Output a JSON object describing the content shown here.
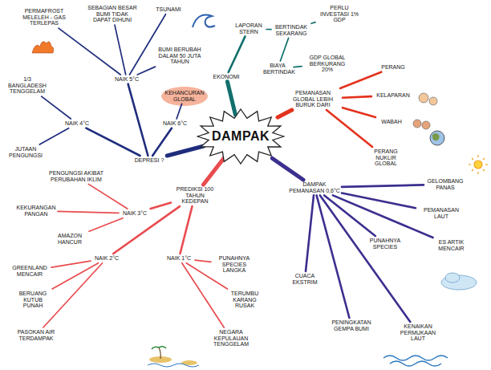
{
  "diagram": {
    "nodes": [
      {
        "text": [
          "DAMPAK"
        ]
      },
      {
        "text": [
          "DEPRESI ?"
        ]
      },
      {
        "text": [
          "NAIK 4°C"
        ]
      },
      {
        "text": [
          "1/3 BANGLADESH TENGGELAM"
        ]
      },
      {
        "text": [
          "JUTAAN PENGUNGSI"
        ]
      },
      {
        "text": [
          "NAIK 5°C"
        ]
      },
      {
        "text": [
          "PERMAFROST MELELEH - GAS TERLEPAS"
        ]
      },
      {
        "text": [
          "SEBAGIAN BESAR BUMI TIDAK DAPAT DIHUNI"
        ]
      },
      {
        "text": [
          "TSUNAMI"
        ]
      },
      {
        "text": [
          "BUMI BERUBAH DALAM 50 JUTA TAHUN"
        ]
      },
      {
        "text": [
          "NAIK 6°C"
        ]
      },
      {
        "text": [
          "KEHANCURAN GLOBAL"
        ]
      },
      {
        "text": [
          "EKONOMI"
        ]
      },
      {
        "text": [
          "LAPORAN STERN"
        ]
      },
      {
        "text": [
          "BERTINDAK SEKARANG"
        ]
      },
      {
        "text": [
          "PERLU INVESTASI 1% GDP"
        ]
      },
      {
        "text": [
          "BIAYA BERTINDAK"
        ]
      },
      {
        "text": [
          "GDP GLOBAL BERKURANG 20%"
        ]
      },
      {
        "text": [
          "PEMANASAN GLOBAL LEBIH BURUK DARI"
        ]
      },
      {
        "text": [
          "PERANG"
        ]
      },
      {
        "text": [
          "KELAPARAN"
        ]
      },
      {
        "text": [
          "WABAH"
        ]
      },
      {
        "text": [
          "PERANG NUKLIR GLOBAL"
        ]
      },
      {
        "text": [
          "DAMPAK PEMANASAN 0,6°C"
        ]
      },
      {
        "text": [
          "GELOMBANG PANAS"
        ]
      },
      {
        "text": [
          "PEMANASAN LAUT"
        ]
      },
      {
        "text": [
          "ES ARTIK MENCAIR"
        ]
      },
      {
        "text": [
          "KENAIKAN PERMUKAAN LAUT"
        ]
      },
      {
        "text": [
          "PUNAHNYA SPECIES"
        ]
      },
      {
        "text": [
          "CUACA EKSTRIM"
        ]
      },
      {
        "text": [
          "PENINGKATAN GEMPA BUMI"
        ]
      },
      {
        "text": [
          "PREDIKSI 100 TAHUN KEDEPAN"
        ]
      },
      {
        "text": [
          "NAIK 3°C"
        ]
      },
      {
        "text": [
          "NAIK 2°C"
        ]
      },
      {
        "text": [
          "NAIK 1°C"
        ]
      },
      {
        "text": [
          "PENGUNGSI AKIBAT PERUBAHAN IKLIM"
        ]
      },
      {
        "text": [
          "KEKURANGAN PANGAN"
        ]
      },
      {
        "text": [
          "AMAZON HANCUR"
        ]
      },
      {
        "text": [
          "GREENLAND MENCAIR"
        ]
      },
      {
        "text": [
          "BERUANG KUTUB PUNAH"
        ]
      },
      {
        "text": [
          "PASOKAN AIR TERDAMPAK"
        ]
      },
      {
        "text": [
          "PUNAHNYA SPECIES LANGKA"
        ]
      },
      {
        "text": [
          "TERUMBU KARANG RUSAK"
        ]
      },
      {
        "text": [
          "NEGARA KEPULAUAN TENGGELAM"
        ]
      }
    ],
    "edges": [
      {
        "from": 0,
        "to": 1,
        "arrow": "none"
      },
      {
        "from": 1,
        "to": 2,
        "arrow": "none"
      },
      {
        "from": 2,
        "to": 3,
        "arrow": "none"
      },
      {
        "from": 2,
        "to": 4,
        "arrow": "none"
      },
      {
        "from": 1,
        "to": 5,
        "arrow": "none"
      },
      {
        "from": 5,
        "to": 6,
        "arrow": "none"
      },
      {
        "from": 5,
        "to": 7,
        "arrow": "none"
      },
      {
        "from": 5,
        "to": 8,
        "arrow": "none"
      },
      {
        "from": 5,
        "to": 9,
        "arrow": "none"
      },
      {
        "from": 1,
        "to": 10,
        "arrow": "none"
      },
      {
        "from": 10,
        "to": 11,
        "arrow": "none"
      },
      {
        "from": 0,
        "to": 12,
        "arrow": "none"
      },
      {
        "from": 12,
        "to": 13,
        "arrow": "none"
      },
      {
        "from": 13,
        "to": 14,
        "arrow": "none"
      },
      {
        "from": 14,
        "to": 15,
        "arrow": "none"
      },
      {
        "from": 14,
        "to": 16,
        "arrow": "none"
      },
      {
        "from": 16,
        "to": 17,
        "arrow": "none"
      },
      {
        "from": 0,
        "to": 18,
        "arrow": "none"
      },
      {
        "from": 18,
        "to": 19,
        "arrow": "none"
      },
      {
        "from": 18,
        "to": 20,
        "arrow": "none"
      },
      {
        "from": 18,
        "to": 21,
        "arrow": "none"
      },
      {
        "from": 18,
        "to": 22,
        "arrow": "none"
      },
      {
        "from": 0,
        "to": 23,
        "arrow": "none"
      },
      {
        "from": 23,
        "to": 24,
        "arrow": "none"
      },
      {
        "from": 23,
        "to": 25,
        "arrow": "none"
      },
      {
        "from": 23,
        "to": 26,
        "arrow": "none"
      },
      {
        "from": 23,
        "to": 27,
        "arrow": "none"
      },
      {
        "from": 23,
        "to": 28,
        "arrow": "none"
      },
      {
        "from": 23,
        "to": 29,
        "arrow": "none"
      },
      {
        "from": 23,
        "to": 30,
        "arrow": "none"
      },
      {
        "from": 0,
        "to": 31,
        "arrow": "none"
      },
      {
        "from": 31,
        "to": 32,
        "arrow": "none"
      },
      {
        "from": 31,
        "to": 33,
        "arrow": "none"
      },
      {
        "from": 31,
        "to": 34,
        "arrow": "none"
      },
      {
        "from": 32,
        "to": 35,
        "arrow": "none"
      },
      {
        "from": 32,
        "to": 36,
        "arrow": "none"
      },
      {
        "from": 32,
        "to": 37,
        "arrow": "none"
      },
      {
        "from": 33,
        "to": 38,
        "arrow": "none"
      },
      {
        "from": 33,
        "to": 39,
        "arrow": "none"
      },
      {
        "from": 33,
        "to": 40,
        "arrow": "none"
      },
      {
        "from": 34,
        "to": 41,
        "arrow": "none"
      },
      {
        "from": 34,
        "to": 42,
        "arrow": "none"
      },
      {
        "from": 34,
        "to": 43,
        "arrow": "none"
      }
    ]
  }
}
